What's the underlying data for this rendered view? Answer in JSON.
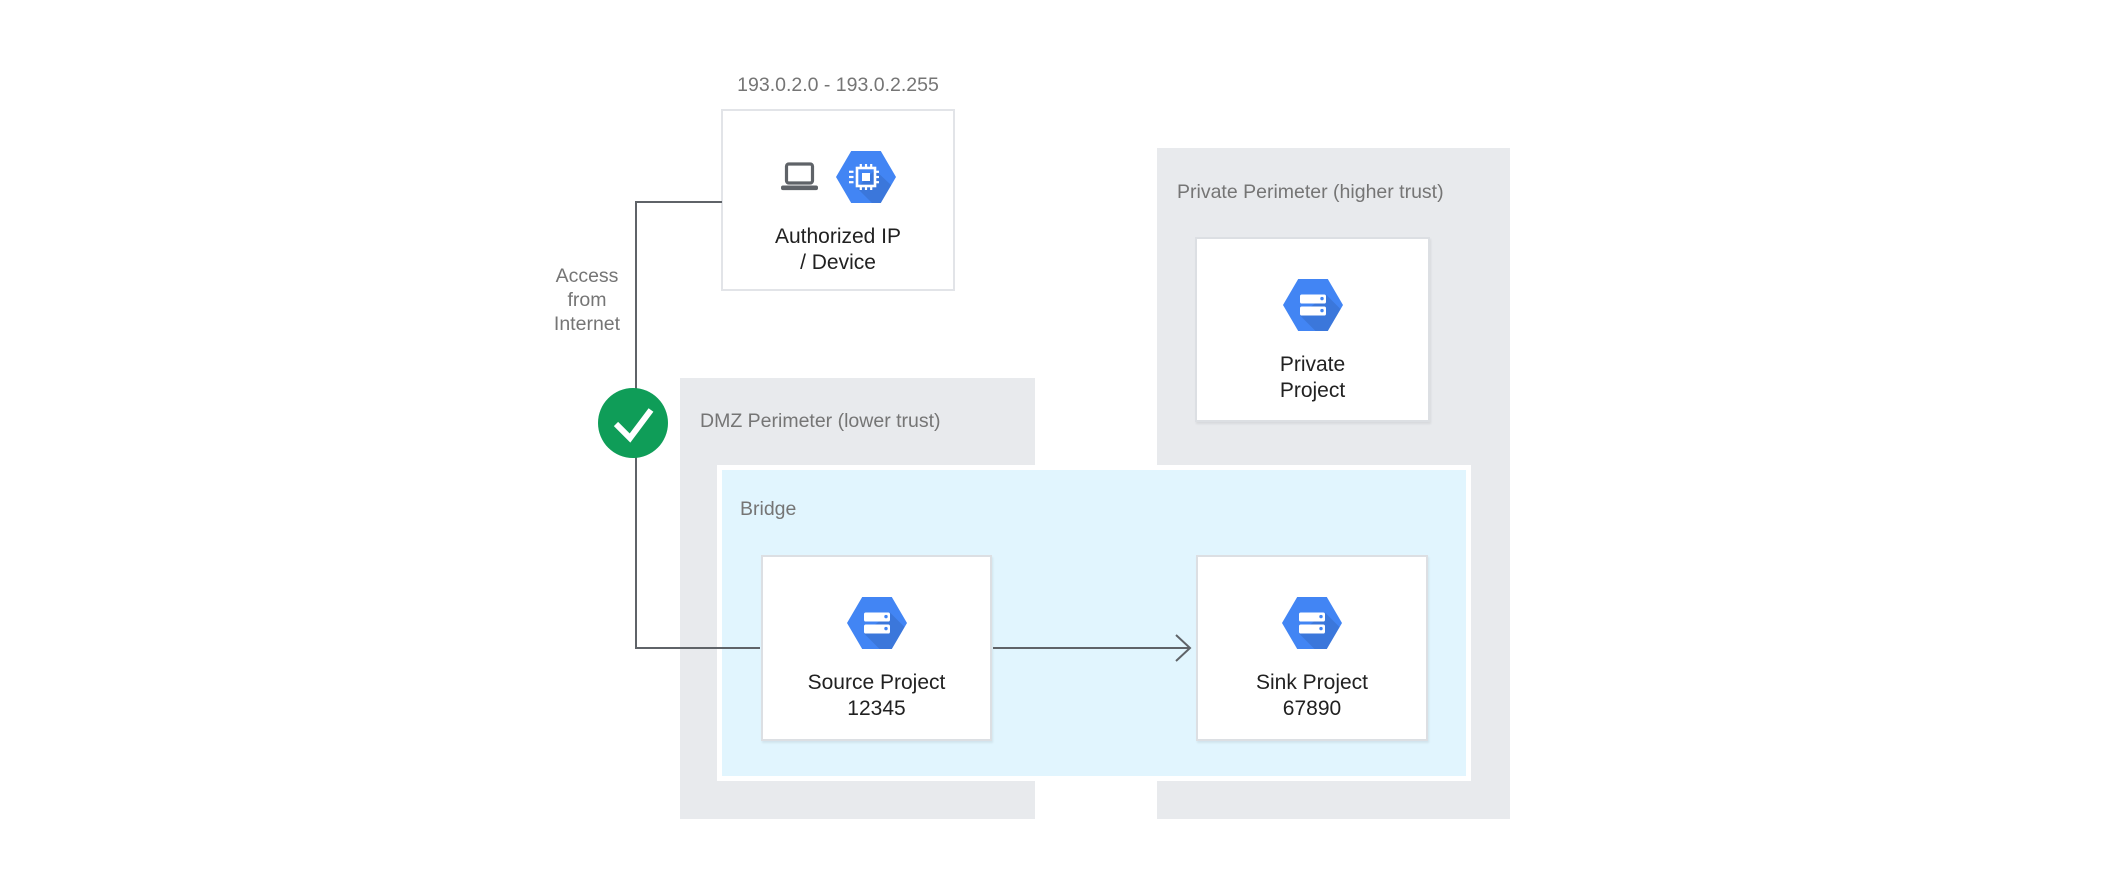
{
  "diagram": {
    "ip_range": "193.0.2.0 - 193.0.2.255",
    "access_label": {
      "line1": "Access",
      "line2": "from",
      "line3": "Internet"
    },
    "authorized": {
      "line1": "Authorized IP",
      "line2": "/ Device"
    },
    "dmz_perimeter": {
      "label": "DMZ Perimeter (lower trust)"
    },
    "bridge": {
      "label": "Bridge"
    },
    "source_project": {
      "line1": "Source Project",
      "line2": "12345"
    },
    "sink_project": {
      "line1": "Sink Project",
      "line2": "67890"
    },
    "private_perimeter": {
      "label": "Private Perimeter (higher trust)"
    },
    "private_project": {
      "line1": "Private",
      "line2": "Project"
    },
    "icons": {
      "authorized_device": [
        "laptop-icon",
        "compute-engine-hexagon-icon"
      ],
      "projects": "project-hexagon-icon",
      "access_status": "check-icon"
    },
    "colors": {
      "background": "#ffffff",
      "perimeter_fill": "#e8eaed",
      "bridge_fill": "#e1f5fe",
      "bridge_border": "#ffffff",
      "hexagon_blue": "#4285f4",
      "check_green": "#0f9d58",
      "connector_gray": "#5f6368",
      "label_gray": "#757575",
      "text_dark": "#212121"
    }
  }
}
